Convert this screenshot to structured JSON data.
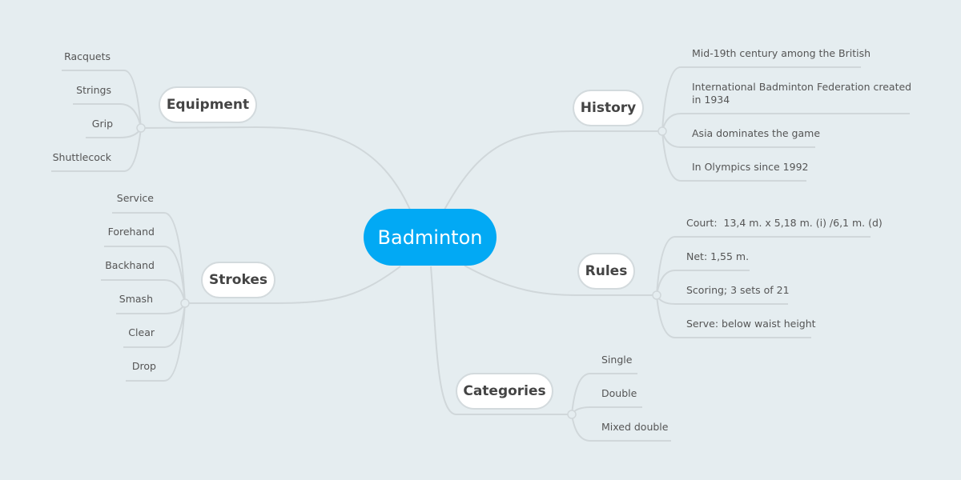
{
  "central": {
    "label": "Badminton",
    "color": "#02a9f4"
  },
  "topics": {
    "equipment": {
      "label": "Equipment",
      "items": [
        "Racquets",
        "Strings",
        "Grip",
        "Shuttlecock"
      ]
    },
    "strokes": {
      "label": "Strokes",
      "items": [
        "Service",
        "Forehand",
        "Backhand",
        "Smash",
        "Clear",
        "Drop"
      ]
    },
    "history": {
      "label": "History",
      "items": [
        "Mid-19th century among the British",
        "International Badminton Federation created in 1934",
        "Asia dominates the game",
        "In Olympics since 1992"
      ]
    },
    "rules": {
      "label": "Rules",
      "items": [
        "Court:  13,4 m. x 5,18 m. (i) /6,1 m. (d)",
        "Net: 1,55 m.",
        "Scoring; 3 sets of 21",
        "Serve: below waist height"
      ]
    },
    "categories": {
      "label": "Categories",
      "items": [
        "Single",
        "Double",
        "Mixed double"
      ]
    }
  }
}
